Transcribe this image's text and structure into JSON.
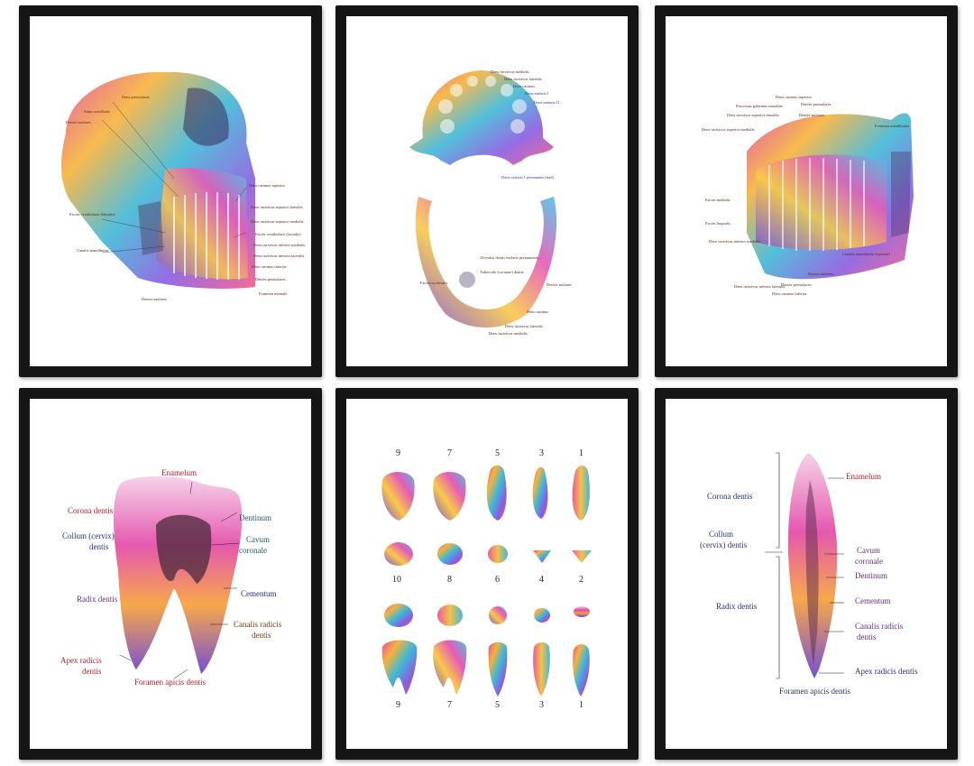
{
  "palette": {
    "frame": "#151515",
    "mat": "#ffffff",
    "label_red": "#b5202c",
    "label_navy": "#24347a",
    "label_purple": "#6a2c86"
  },
  "panels": {
    "skull": {
      "labels": [
        "Dens premolarus",
        "Sinus maxillaris",
        "Dentes molares",
        "Dens caninus superior",
        "Dens incisivus superior lateralis",
        "Dens incisivus superior medialis",
        "Facies vestibularis (labialis)",
        "Facies vestibularis (facialis)",
        "Dens incisivus inferior medialis",
        "Dens incisivus inferior lateralis",
        "Canalis mandibulae",
        "Dens caninus inferior",
        "Dentes premolares",
        "Foramen mentale",
        "Dentes molares"
      ]
    },
    "arch": {
      "labels": [
        "Dens incisivus medialis",
        "Dens incisivus lateralis",
        "Dens caninus",
        "Dens molaris I",
        "Dens molaris II",
        "Dens molaris I permanens (bud)",
        "Alveolus dentis molaris permanentis",
        "Tuberculo (coronae) dentis",
        "Facies occlusalis",
        "Dentes molares",
        "Dens caninus",
        "Dens incisivus lateralis",
        "Dens incisivus medialis"
      ]
    },
    "jaw": {
      "labels": [
        "Dens caninus superior",
        "Processus palatinus maxillae",
        "Dentes premolares",
        "Dens incisivus superior lateralis",
        "Dentes molares",
        "Dens incisivus superior medialis",
        "Foramen mandibulae",
        "Facies medialis",
        "Facies lingualis",
        "Dens incisivus inferior medialis",
        "Canalis mandibulae (opened)",
        "Dentes molares",
        "Dentes premolares",
        "Dens incisivus inferior lateralis",
        "Dens caninus inferior"
      ]
    },
    "molar": {
      "enamelum": "Enamelum",
      "corona": "Corona dentis",
      "dentinum": "Dentinum",
      "collum": "Collum (cervix)",
      "collum2": "dentis",
      "cavum": "Cavum",
      "cavum2": "coronale",
      "radix": "Radix dentis",
      "cementum": "Cementum",
      "canalis": "Canalis radicis",
      "canalis2": "dentis",
      "apex": "Apex radicis",
      "apex2": "dentis",
      "foramen": "Foramen apicis dentis"
    },
    "teeth_row": {
      "top_numbers": [
        "9",
        "7",
        "5",
        "3",
        "1"
      ],
      "mid_numbers": [
        "10",
        "8",
        "6",
        "4",
        "2"
      ],
      "bottom_numbers": [
        "9",
        "7",
        "5",
        "3",
        "1"
      ]
    },
    "incisor": {
      "enamelum": "Enamelum",
      "corona": "Corona dentis",
      "collum": "Collum",
      "collum2": "(cervix) dentis",
      "cavum": "Cavum",
      "cavum2": "coronale",
      "dentinum": "Dentinum",
      "radix": "Radix dentis",
      "cementum": "Cementum",
      "canalis": "Canalis radicis",
      "canalis2": "dentis",
      "apex": "Apex radicis dentis",
      "foramen": "Foramen apicis dentis"
    }
  }
}
